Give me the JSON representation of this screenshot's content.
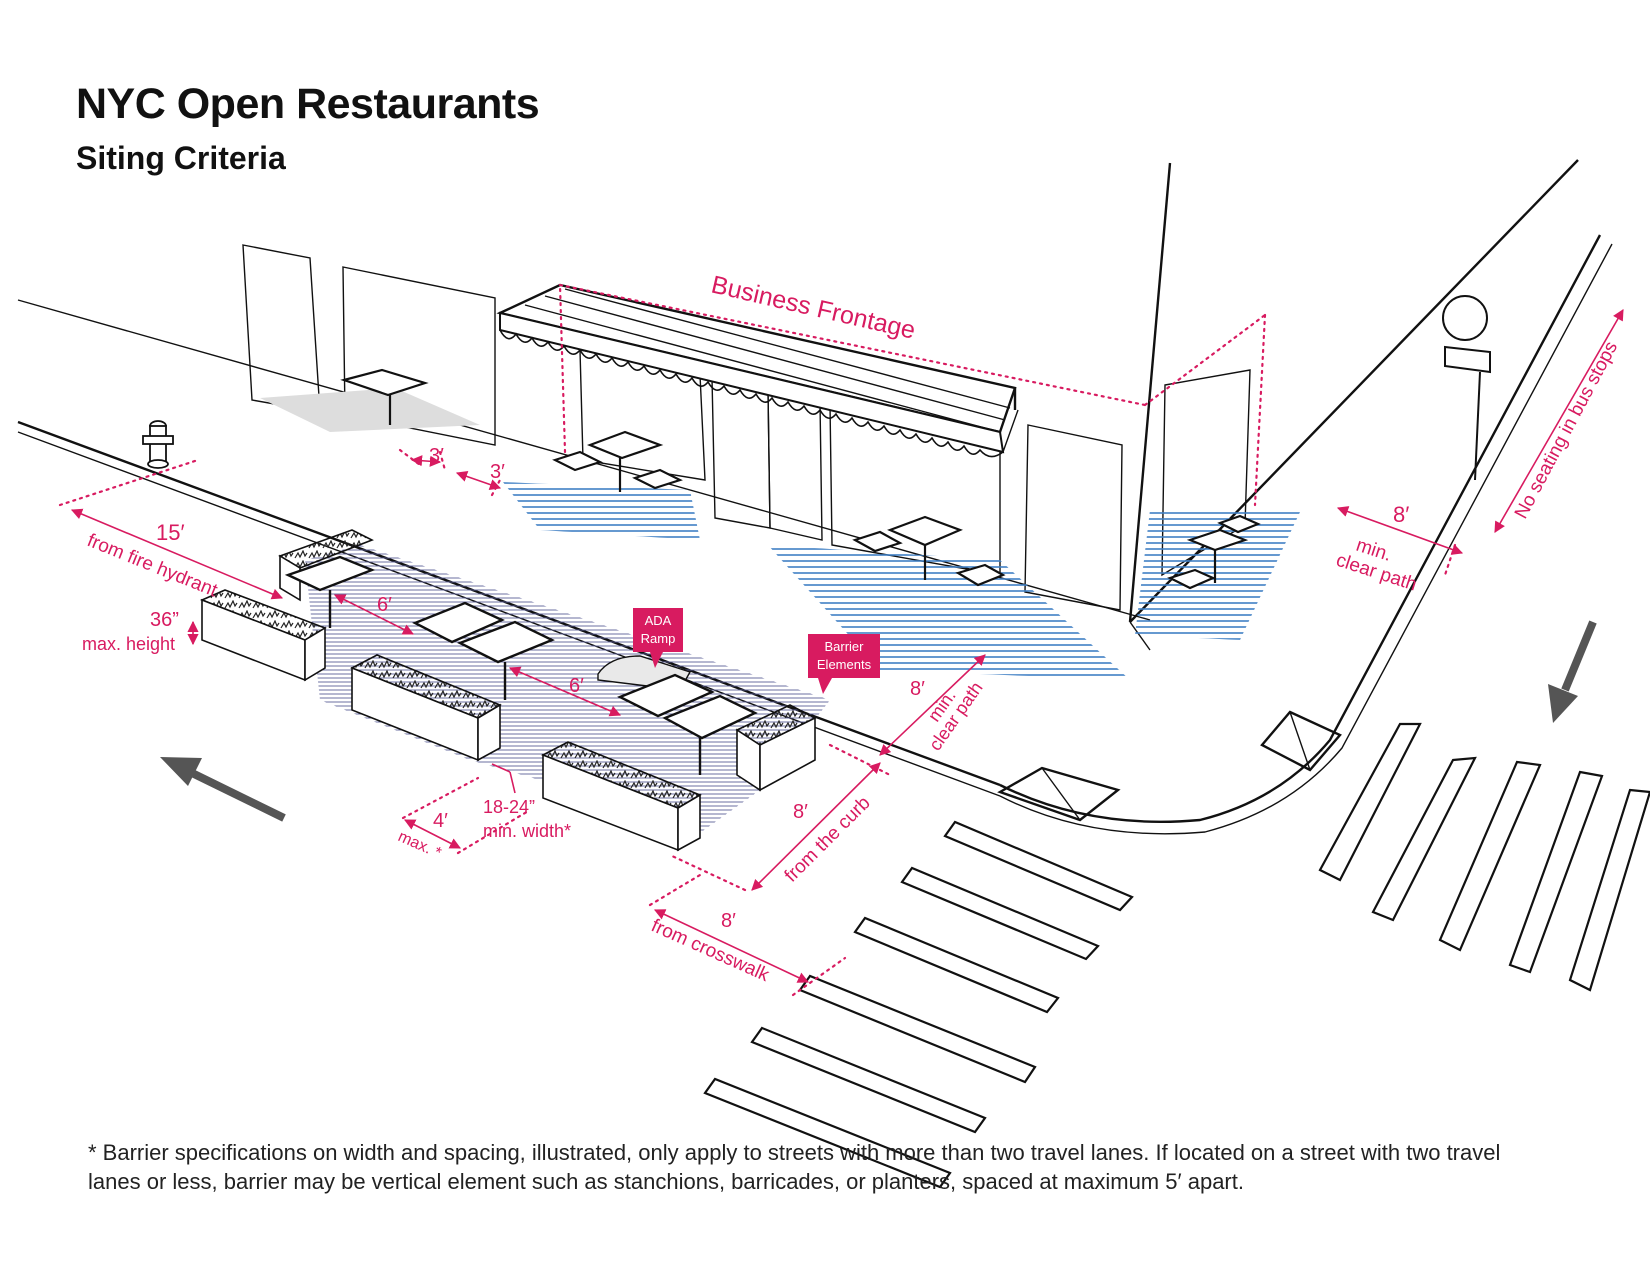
{
  "title": "NYC Open Restaurants",
  "subtitle": "Siting Criteria",
  "labels": {
    "business_frontage": "Business Frontage",
    "gap_a": "3′",
    "gap_b": "3′",
    "hydrant_dist": "15′",
    "hydrant_text": "from fire hydrant",
    "height_val": "36”",
    "height_text": "max. height",
    "aisle_a": "6′",
    "aisle_b": "6′",
    "gap_max_val": "4′",
    "gap_max_text": "max. *",
    "barrier_width_val": "18-24”",
    "barrier_width_text": "min. width*",
    "curb_val": "8′",
    "curb_text": "from the curb",
    "crosswalk_val": "8′",
    "crosswalk_text": "from crosswalk",
    "clear_path_mid_val": "8′",
    "clear_path_mid_line1": "min.",
    "clear_path_mid_line2": "clear path",
    "clear_path_corner_val": "8′",
    "clear_path_corner_line1": "min.",
    "clear_path_corner_line2": "clear path",
    "bus_stop_text": "No seating in bus stops"
  },
  "tags": {
    "ada_line1": "ADA",
    "ada_line2": "Ramp",
    "barrier_line1": "Barrier",
    "barrier_line2": "Elements"
  },
  "footnote": "* Barrier specifications on width and spacing, illustrated, only apply to streets with more than two travel lanes. If located on a street with two travel lanes or less, barrier may be vertical element such as stanchions, barricades, or planters, spaced at maximum 5′ apart.",
  "colors": {
    "annotation": "#d81b60",
    "hatch": "#3f7fc4",
    "roadbed_hatch": "#5a5f98",
    "ink": "#111111",
    "arrow": "#555555"
  },
  "icons": [
    "fire-hydrant-icon",
    "bus-stop-sign-icon",
    "traffic-arrow-icon"
  ]
}
